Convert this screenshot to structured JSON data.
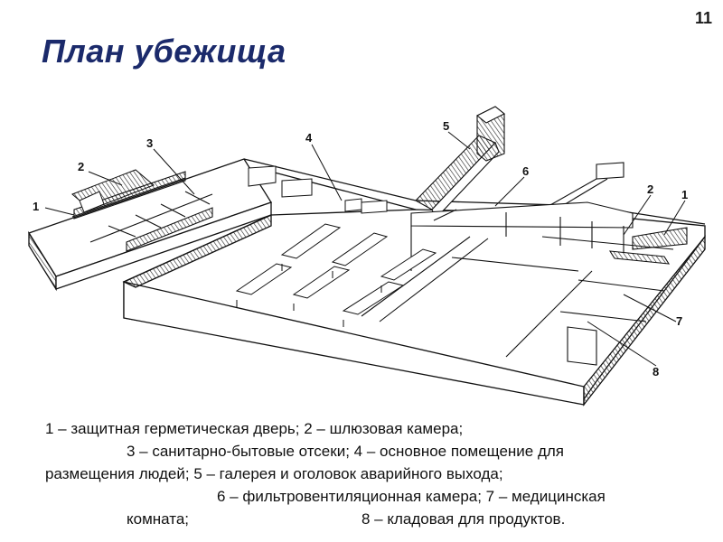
{
  "page_number": "11",
  "title": "План убежища",
  "callouts": {
    "c1_left": "1",
    "c2_left": "2",
    "c3": "3",
    "c4": "4",
    "c5": "5",
    "c6": "6",
    "c2_right": "2",
    "c1_right": "1",
    "c7": "7",
    "c8": "8"
  },
  "legend": {
    "line1": "1 – защитная герметическая дверь; 2 – шлюзовая камера;",
    "line2": "3 – санитарно-бытовые отсеки; 4 – основное помещение для",
    "line3": "размещения людей; 5 – галерея и оголовок аварийного выхода;",
    "line4": "6  – фильтровентиляционная камера; 7 – медицинская",
    "line5a": "комната;",
    "line5b": "8 – кладовая для продуктов."
  }
}
